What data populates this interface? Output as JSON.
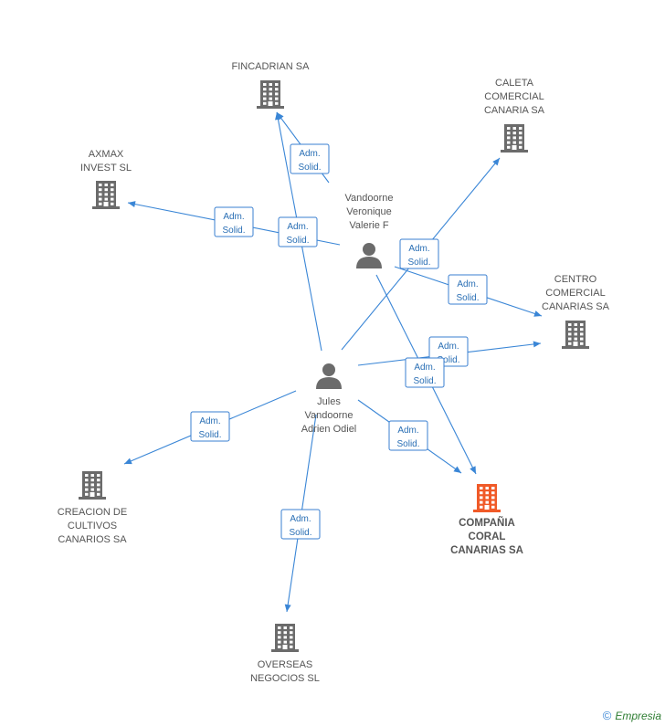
{
  "nodes": [
    {
      "id": "fincadrian",
      "type": "company",
      "lines": [
        "FINCADRIAN SA"
      ],
      "highlight": false
    },
    {
      "id": "caleta",
      "type": "company",
      "lines": [
        "CALETA",
        "COMERCIAL",
        "CANARIA SA"
      ],
      "highlight": false
    },
    {
      "id": "axmax",
      "type": "company",
      "lines": [
        "AXMAX",
        "INVEST SL"
      ],
      "highlight": false
    },
    {
      "id": "centro",
      "type": "company",
      "lines": [
        "CENTRO",
        "COMERCIAL",
        "CANARIAS SA"
      ],
      "highlight": false
    },
    {
      "id": "coral",
      "type": "company",
      "lines": [
        "COMPAÑIA",
        "CORAL",
        "CANARIAS SA"
      ],
      "highlight": true
    },
    {
      "id": "creacion",
      "type": "company",
      "lines": [
        "CREACION DE",
        "CULTIVOS",
        "CANARIOS SA"
      ],
      "highlight": false
    },
    {
      "id": "overseas",
      "type": "company",
      "lines": [
        "OVERSEAS",
        "NEGOCIOS SL"
      ],
      "highlight": false
    },
    {
      "id": "veronique",
      "type": "person",
      "lines": [
        "Vandoorne",
        "Veronique",
        "Valerie F"
      ],
      "highlight": false
    },
    {
      "id": "jules",
      "type": "person",
      "lines": [
        "Jules",
        "Vandoorne",
        "Adrien Odiel"
      ],
      "highlight": false
    }
  ],
  "edges": [
    {
      "from": "veronique",
      "to": "fincadrian",
      "label": [
        "Adm.",
        "Solid."
      ]
    },
    {
      "from": "veronique",
      "to": "axmax",
      "label": [
        "Adm.",
        "Solid."
      ]
    },
    {
      "from": "jules",
      "to": "fincadrian",
      "label": [
        "Adm.",
        "Solid."
      ]
    },
    {
      "from": "jules",
      "to": "caleta",
      "label": [
        "Adm.",
        "Solid."
      ]
    },
    {
      "from": "veronique",
      "to": "centro",
      "label": [
        "Adm.",
        "Solid."
      ]
    },
    {
      "from": "jules",
      "to": "centro",
      "label": [
        "Adm.",
        "Solid."
      ]
    },
    {
      "from": "veronique",
      "to": "coral",
      "label": [
        "Adm.",
        "Solid."
      ]
    },
    {
      "from": "jules",
      "to": "coral",
      "label": [
        "Adm.",
        "Solid."
      ]
    },
    {
      "from": "jules",
      "to": "creacion",
      "label": [
        "Adm.",
        "Solid."
      ]
    },
    {
      "from": "jules",
      "to": "overseas",
      "label": [
        "Adm.",
        "Solid."
      ]
    }
  ],
  "colors": {
    "company": "#6b6b6b",
    "highlight": "#f05a28",
    "person": "#6b6b6b",
    "edge": "#3a86d6"
  },
  "watermark": {
    "copyright": "©",
    "brand": "Empresia"
  }
}
